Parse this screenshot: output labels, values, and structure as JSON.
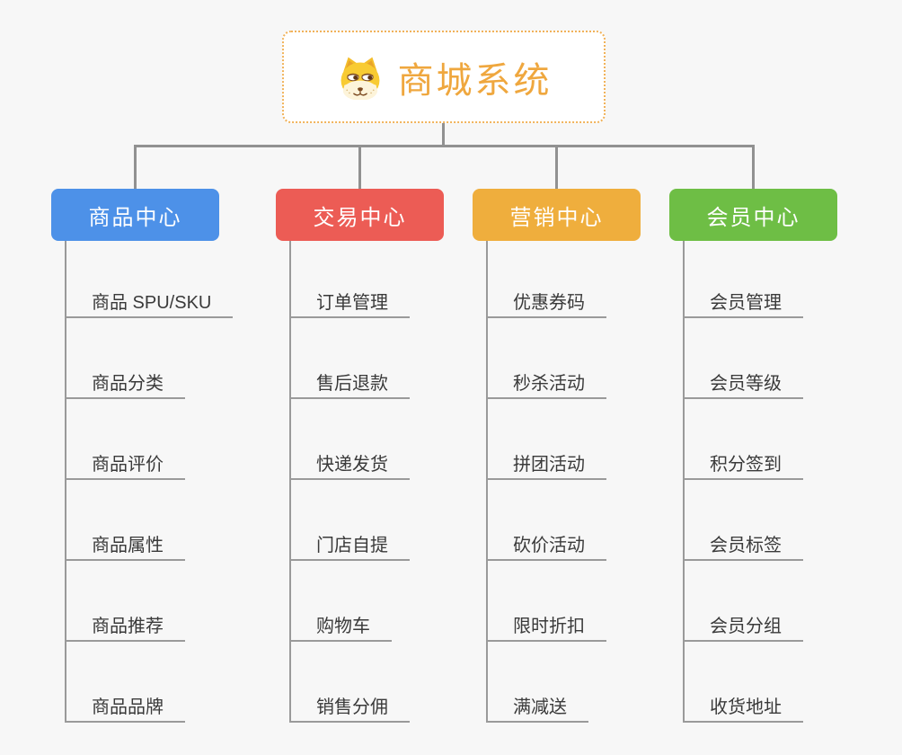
{
  "root": {
    "title": "商城系统",
    "icon": "shiba-dog-icon"
  },
  "columns": [
    {
      "title": "商品中心",
      "color": "#4d91e8",
      "items": [
        "商品 SPU/SKU",
        "商品分类",
        "商品评价",
        "商品属性",
        "商品推荐",
        "商品品牌"
      ]
    },
    {
      "title": "交易中心",
      "color": "#ec5c55",
      "items": [
        "订单管理",
        "售后退款",
        "快递发货",
        "门店自提",
        "购物车",
        "销售分佣"
      ]
    },
    {
      "title": "营销中心",
      "color": "#efae3d",
      "items": [
        "优惠券码",
        "秒杀活动",
        "拼团活动",
        "砍价活动",
        "限时折扣",
        "满减送"
      ]
    },
    {
      "title": "会员中心",
      "color": "#6ebe45",
      "items": [
        "会员管理",
        "会员等级",
        "积分签到",
        "会员标签",
        "会员分组",
        "收货地址"
      ]
    }
  ],
  "colors": {
    "background": "#f7f7f7",
    "connector": "#919191",
    "branch_line": "#9a9a9a",
    "leaf_text": "#3a3a3a",
    "root_accent": "#efa73e",
    "root_border": "#f1b259"
  }
}
